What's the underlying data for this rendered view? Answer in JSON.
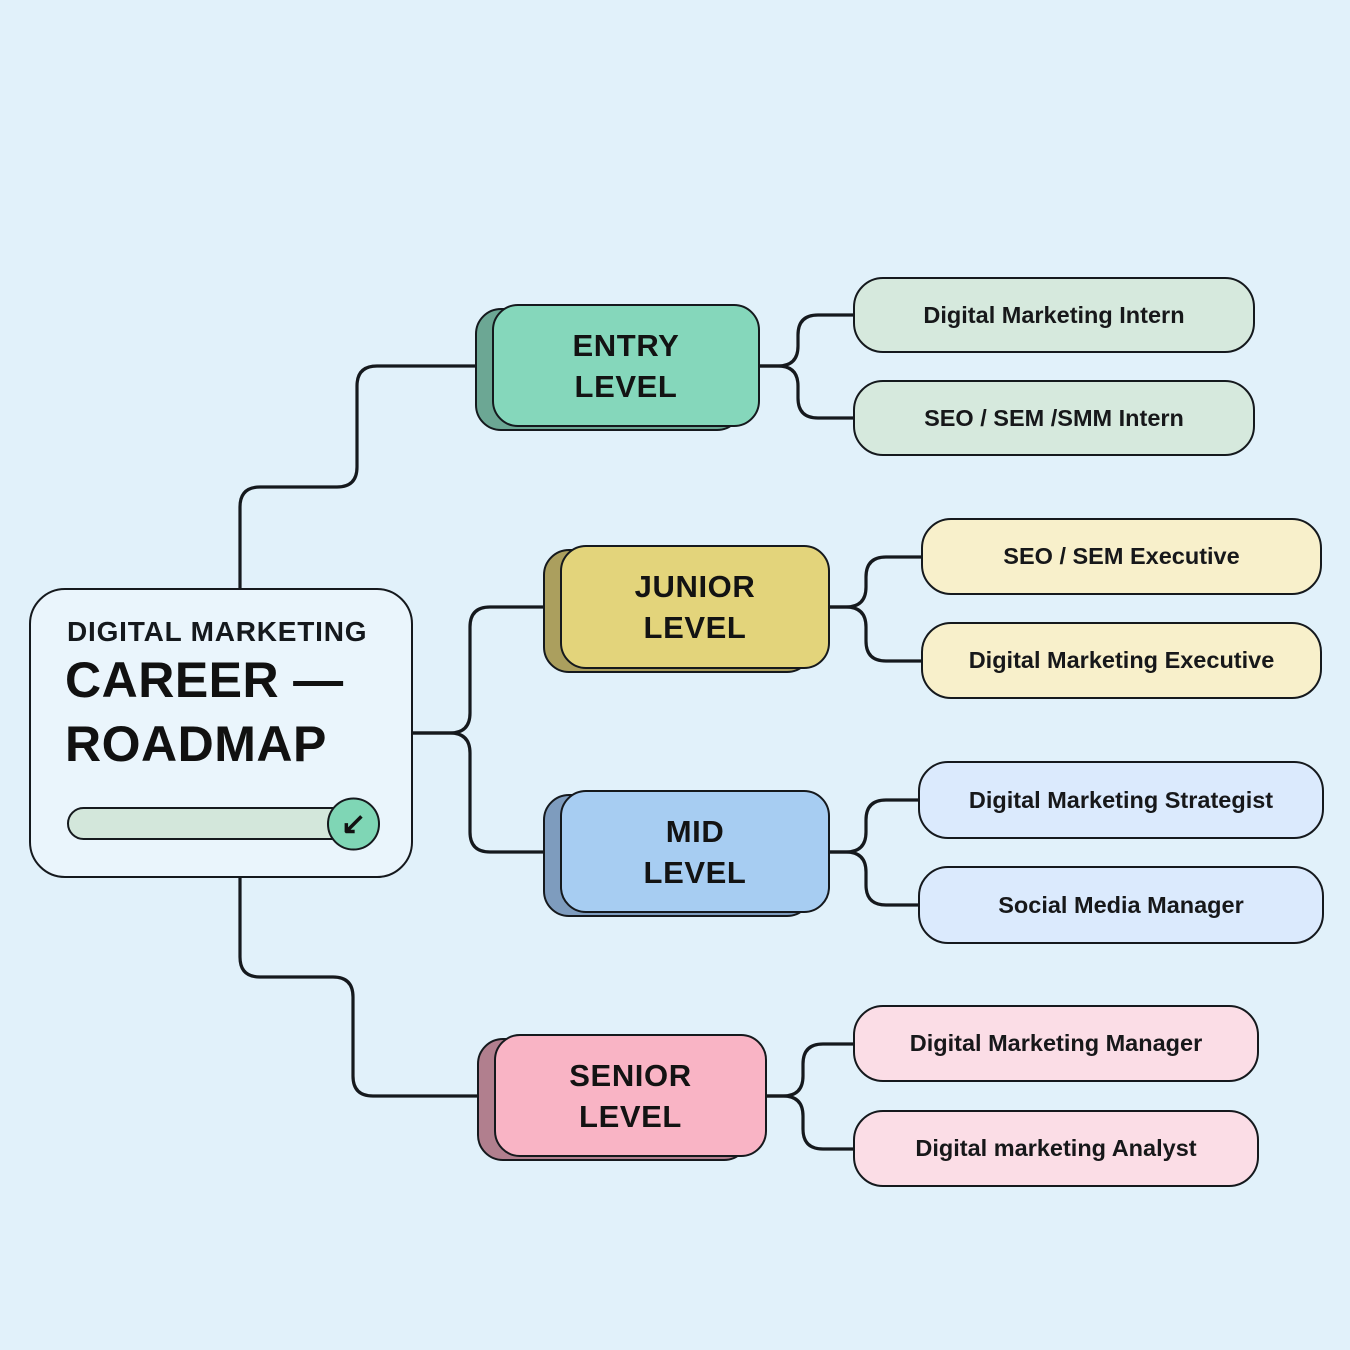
{
  "canvas": {
    "bg": "#e1f1fa",
    "line_color": "#15191d"
  },
  "center": {
    "title_top": "DIGITAL MARKETING",
    "title_main1": "CAREER",
    "title_dash": "—",
    "title_main2": "ROADMAP",
    "card_bg": "#eaf5fc",
    "progress_track_color": "#d3e7db",
    "knob_color": "#7fd6b5",
    "arrow_icon": "↙"
  },
  "levels": [
    {
      "id": "entry",
      "label_line1": "ENTRY",
      "label_line2": "LEVEL",
      "color": "#85d7bb",
      "shadow_color": "#6ca794",
      "child_color": "#d6e9dd",
      "children": [
        "Digital Marketing Intern",
        "SEO / SEM /SMM Intern"
      ]
    },
    {
      "id": "junior",
      "label_line1": "JUNIOR",
      "label_line2": "LEVEL",
      "color": "#e3d47b",
      "shadow_color": "#ab9f5e",
      "child_color": "#f8f0cb",
      "children": [
        "SEO / SEM Executive",
        "Digital Marketing Executive"
      ]
    },
    {
      "id": "mid",
      "label_line1": "MID",
      "label_line2": "LEVEL",
      "color": "#a7cdf2",
      "shadow_color": "#7e9cbe",
      "child_color": "#dbeafd",
      "children": [
        "Digital Marketing Strategist",
        "Social Media Manager"
      ]
    },
    {
      "id": "senior",
      "label_line1": "SENIOR",
      "label_line2": "LEVEL",
      "color": "#f9b4c5",
      "shadow_color": "#b17f8e",
      "child_color": "#fbdde6",
      "children": [
        "Digital Marketing Manager",
        "Digital marketing Analyst"
      ]
    }
  ]
}
